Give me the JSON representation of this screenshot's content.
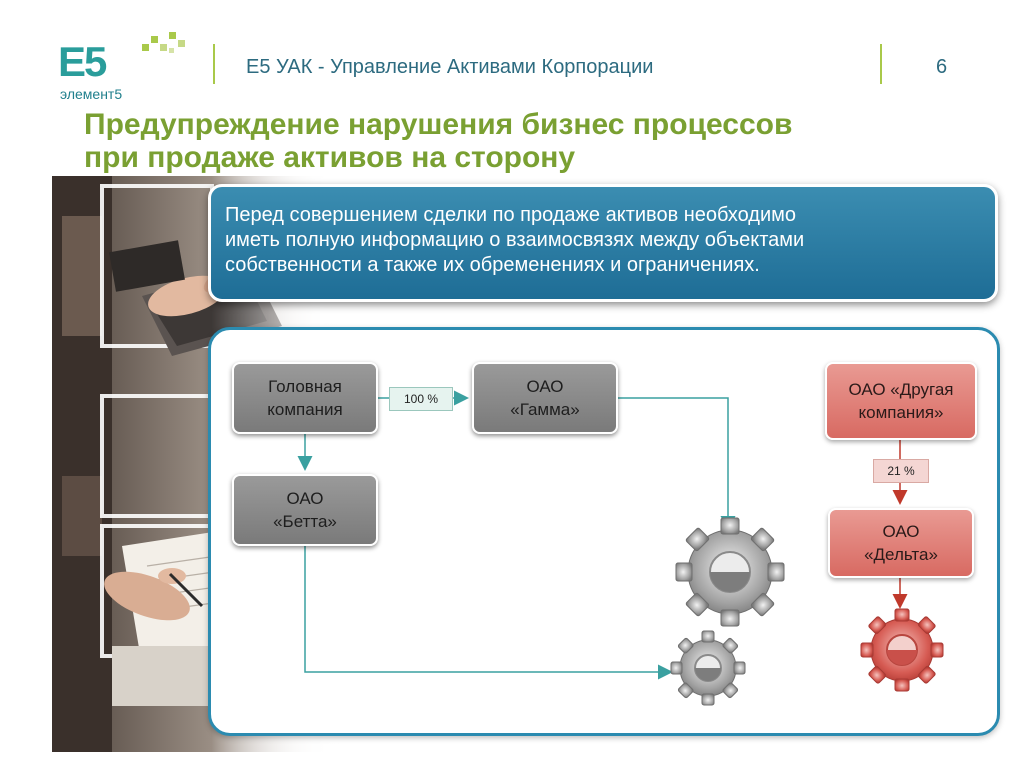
{
  "header": {
    "logo_mark": "E5",
    "logo_sub": "элемент5",
    "title": "E5 УАК - Управление Активами Корпорации",
    "page_number": "6"
  },
  "slide": {
    "title_line1": "Предупреждение нарушения бизнес процессов",
    "title_line2": "при продаже активов на сторону"
  },
  "info": {
    "line1": "Перед совершением сделки по продаже активов необходимо",
    "line2": "иметь полную информацию о взаимосвязях между объектами",
    "line3": "собственности а также их обременениях и ограничениях."
  },
  "diagram": {
    "nodes": {
      "head": {
        "line1": "Головная",
        "line2": "компания"
      },
      "gamma": {
        "line1": "ОАО",
        "line2": "«Гамма»"
      },
      "betta": {
        "line1": "ОАО",
        "line2": "«Бетта»"
      },
      "other": {
        "line1": "ОАО «Другая",
        "line2": "компания»"
      },
      "delta": {
        "line1": "ОАО",
        "line2": "«Дельта»"
      }
    },
    "labels": {
      "head_to_gamma": "100 %",
      "other_to_delta": "21 %"
    }
  },
  "colors": {
    "brand_green": "#7aa032",
    "brand_teal": "#2a9d9b",
    "header_text": "#2d6b80",
    "panel_border": "#2b8bb0",
    "info_bg": "#2a7ea6",
    "arrow_teal": "#3aa0a0",
    "arrow_red": "#c0392b",
    "gear_gray": "#8a8a8a",
    "gear_red": "#cc4a44"
  },
  "icons": [
    "logo-squares-icon",
    "gear-icon-large",
    "gear-icon-small",
    "gear-icon-red"
  ]
}
